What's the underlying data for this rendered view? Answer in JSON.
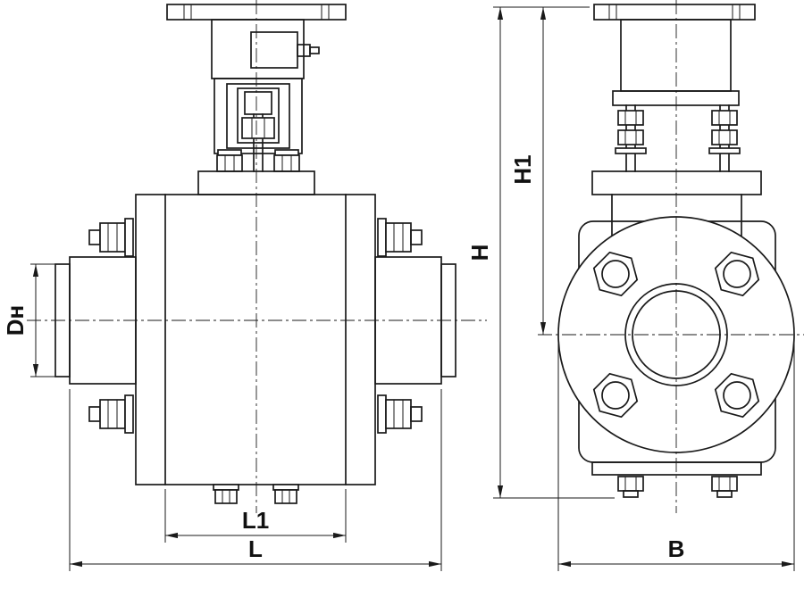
{
  "labels": {
    "dn": "Dн",
    "l1": "L1",
    "l": "L",
    "h": "H",
    "h1": "H1",
    "b": "B"
  },
  "colors": {
    "line": "#1a1a1a",
    "background": "#ffffff"
  }
}
